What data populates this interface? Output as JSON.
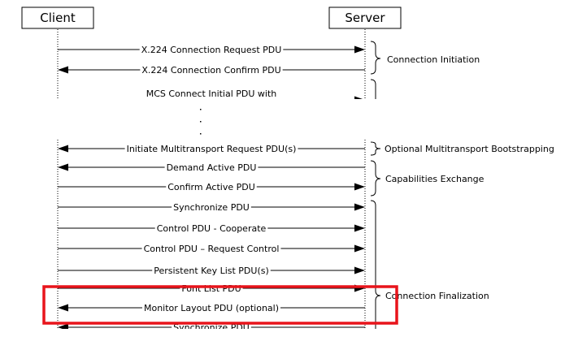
{
  "participants": {
    "client": "Client",
    "server": "Server"
  },
  "messages": [
    {
      "label": "X.224 Connection Request PDU",
      "direction": "client-to-server"
    },
    {
      "label": "X.224 Connection Confirm PDU",
      "direction": "server-to-client"
    },
    {
      "label": "MCS Connect Initial PDU with",
      "direction": "client-to-server"
    },
    {
      "label": "Initiate Multitransport Request PDU(s)",
      "direction": "server-to-client"
    },
    {
      "label": "Demand Active PDU",
      "direction": "server-to-client"
    },
    {
      "label": "Confirm Active PDU",
      "direction": "client-to-server"
    },
    {
      "label": "Synchronize PDU",
      "direction": "client-to-server"
    },
    {
      "label": "Control PDU - Cooperate",
      "direction": "client-to-server"
    },
    {
      "label": "Control PDU – Request Control",
      "direction": "client-to-server"
    },
    {
      "label": "Persistent Key List PDU(s)",
      "direction": "client-to-server"
    },
    {
      "label": "Font List PDU",
      "direction": "client-to-server"
    },
    {
      "label": "Monitor Layout PDU (optional)",
      "direction": "server-to-client"
    },
    {
      "label": "Synchronize PDU",
      "direction": "server-to-client"
    }
  ],
  "phases": [
    {
      "label": "Connection Initiation"
    },
    {
      "label": "Optional Multitransport Bootstrapping"
    },
    {
      "label": "Capabilities Exchange"
    },
    {
      "label": "Connection Finalization"
    }
  ],
  "highlight": {
    "color": "#e8141b"
  }
}
